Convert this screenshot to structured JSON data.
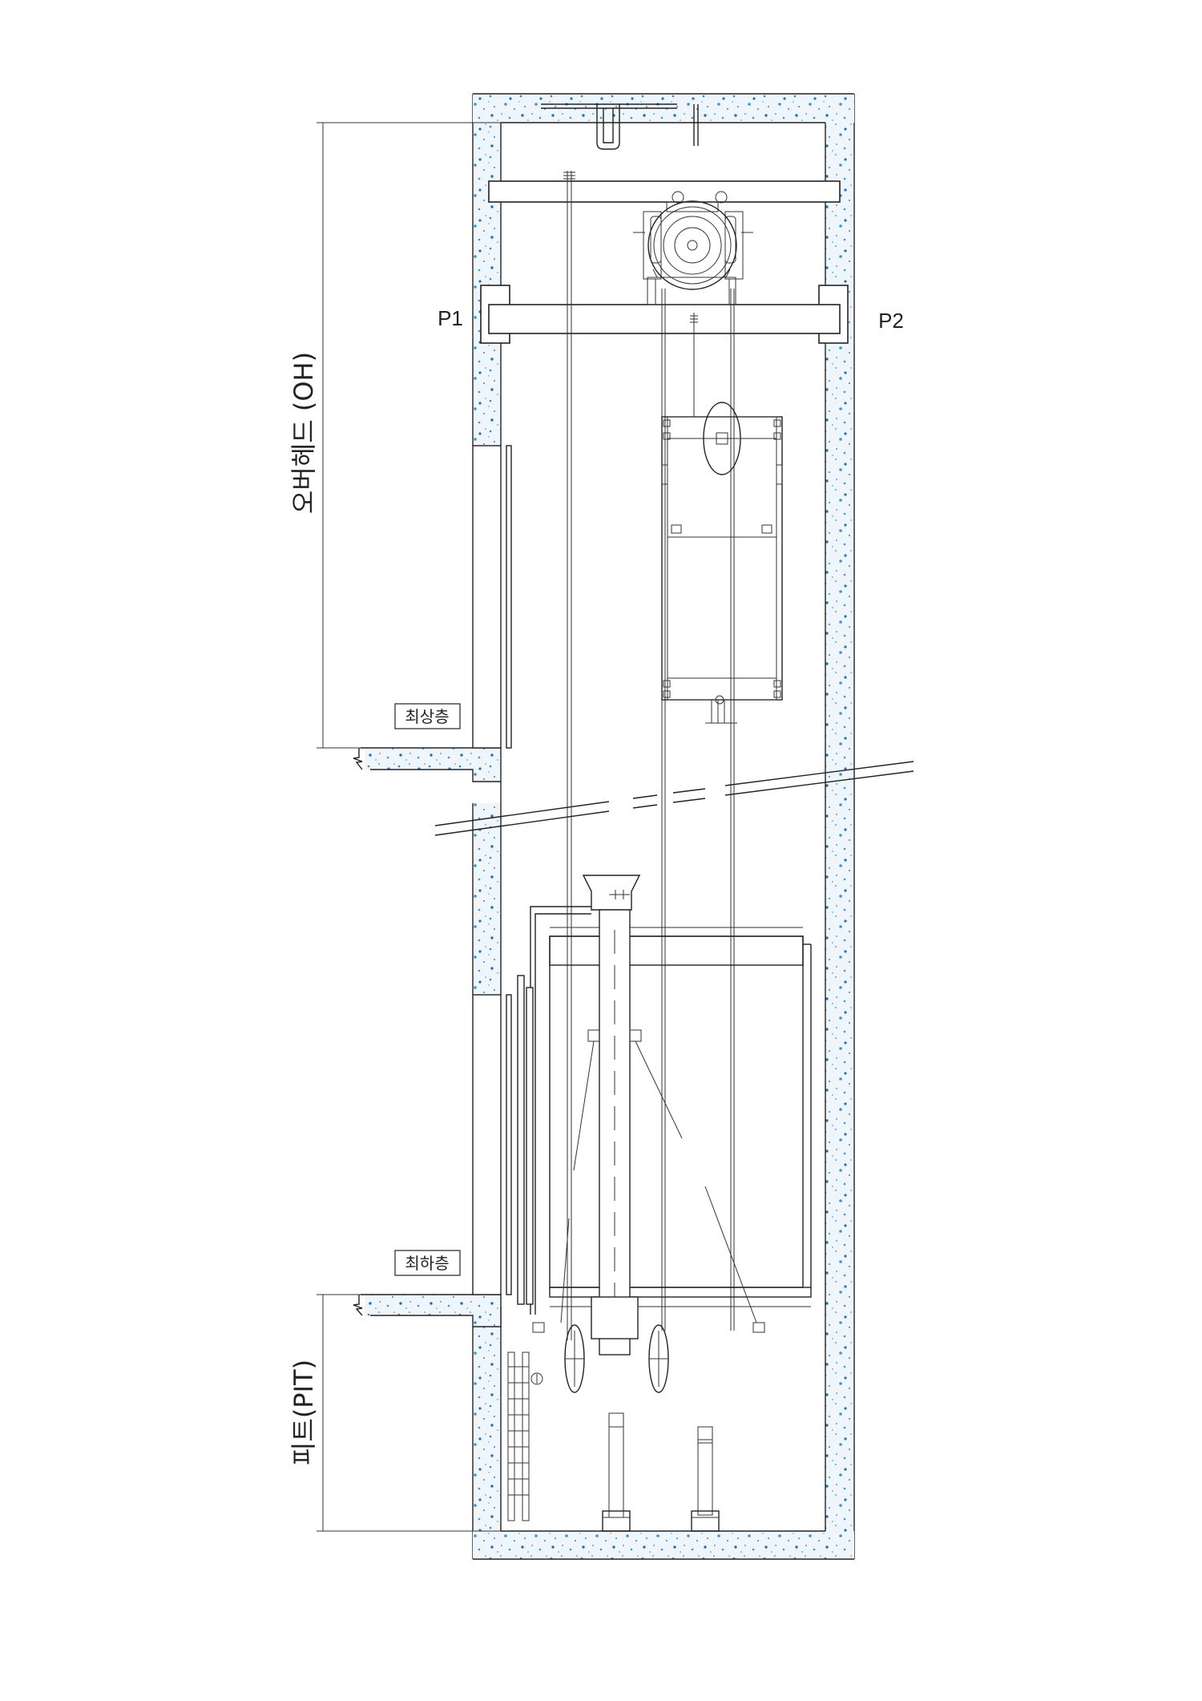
{
  "labels": {
    "pillar_left": "P1",
    "pillar_right": "P2",
    "top_floor": "최상층",
    "bottom_floor": "최하층",
    "overhead": "오버헤드 (OH)",
    "pit": "피트(PIT)"
  },
  "colors": {
    "concrete_fill": "#eef6fb",
    "concrete_speckle": "#2f86d6",
    "line": "#222222",
    "background": "#ffffff"
  }
}
